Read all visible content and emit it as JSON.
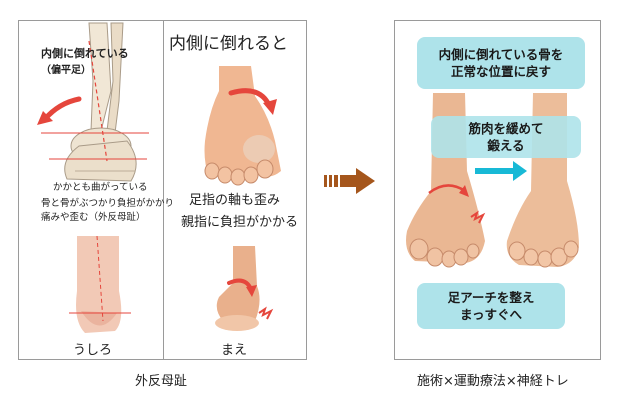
{
  "left": {
    "label_inward": "内側に倒れている",
    "label_flatfoot": "（偏平足）",
    "label_heel_bent": "かかとも曲がっている",
    "label_bone_collide_1": "骨と骨がぶつかり負担がかかり",
    "label_bone_collide_2": "痛みや歪む（外反母趾）",
    "label_back": "うしろ"
  },
  "middle": {
    "title": "内側に倒れると",
    "label_axis": "足指の軸も歪み",
    "label_big_toe": "親指に負担がかかる",
    "label_front": "まえ"
  },
  "right": {
    "bubble_top_1": "内側に倒れている骨を",
    "bubble_top_2": "正常な位置に戻す",
    "bubble_mid_1": "筋肉を緩めて",
    "bubble_mid_2": "鍛える",
    "bubble_bottom_1": "足アーチを整え",
    "bubble_bottom_2": "まっすぐへ"
  },
  "captions": {
    "left": "外反母趾",
    "right": "施術×運動療法×神経トレ"
  },
  "colors": {
    "bubble": "#aee3ea",
    "arrow_brown": "#a5561c",
    "arrow_cyan": "#18b9d6",
    "red": "#e5463c"
  }
}
